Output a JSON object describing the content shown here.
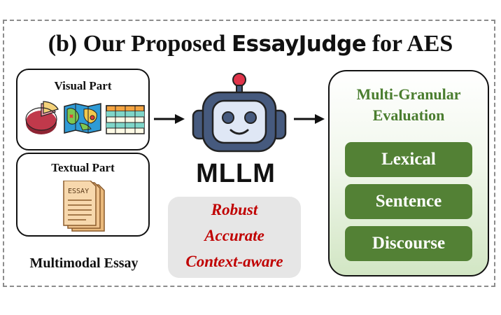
{
  "title": {
    "prefix": "(b) Our Proposed ",
    "name": "EssayJudge",
    "suffix": " for AES"
  },
  "input": {
    "visual_label": "Visual Part",
    "textual_label": "Textual Part",
    "essay_icon_text": "ESSAY",
    "caption": "Multimodal Essay"
  },
  "model": {
    "label": "MLLM",
    "properties": [
      "Robust",
      "Accurate",
      "Context-aware"
    ]
  },
  "evaluation": {
    "title_line1": "Multi-Granular",
    "title_line2": "Evaluation",
    "levels": [
      "Lexical",
      "Sentence",
      "Discourse"
    ]
  },
  "colors": {
    "accent_green": "#538135",
    "title_green": "#4a7d2f",
    "property_red": "#c00000",
    "robot_blue": "#465a7e",
    "robot_face": "#dfe7f5"
  },
  "icons": [
    "pie-chart-icon",
    "map-icon",
    "table-icon",
    "essay-document-icon",
    "robot-icon"
  ]
}
